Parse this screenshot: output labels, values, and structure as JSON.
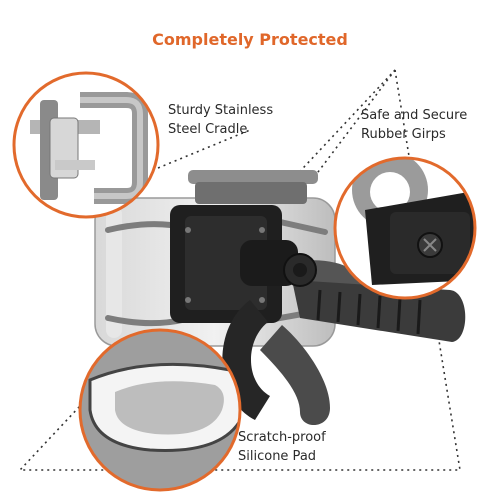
{
  "headline": "Completely Protected",
  "colors": {
    "headline": "#e0672a",
    "text": "#2a2a2a",
    "callout_ring": "#e26a2c",
    "dotted_line": "#333333",
    "rubber": "#2b2b2b",
    "metal": "#b9b9b9"
  },
  "callouts": {
    "cradle": {
      "line1": "Sturdy Stainless",
      "line2": "Steel Cradle"
    },
    "grips": {
      "line1": "Safe and Secure",
      "line2": "Rubber Girps"
    },
    "pad": {
      "line1": "Scratch-proof",
      "line2": "Silicone Pad"
    }
  },
  "icons": {
    "cradle_zoom": "steel-cradle-closeup",
    "grips_zoom": "rubber-grip-closeup",
    "pad_zoom": "silicone-pad-closeup",
    "product": "bike-phone-mount"
  }
}
